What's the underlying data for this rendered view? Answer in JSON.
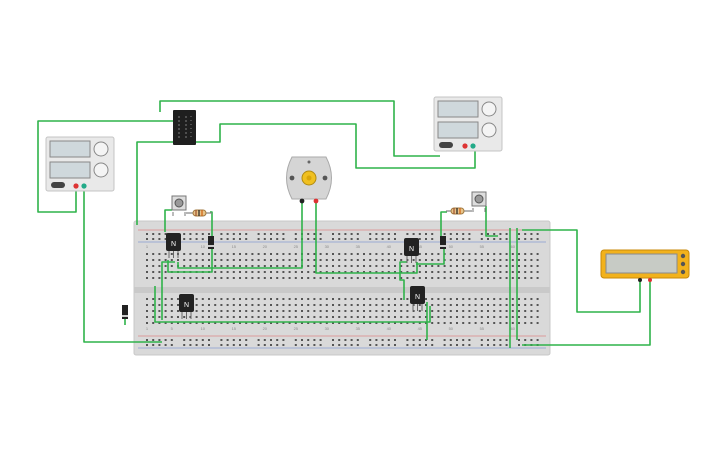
{
  "transistor_label": "N",
  "breadboard_numbers": [
    "1",
    "5",
    "10",
    "15",
    "20",
    "25",
    "30",
    "35",
    "40",
    "45",
    "50",
    "55",
    "60"
  ],
  "colors": {
    "wire": "#2fb34a",
    "board": "#d9d9d9",
    "hole": "#555555",
    "rail_red": "#e06060",
    "rail_blue": "#6080d0",
    "lcd_frame": "#f2b21c",
    "psu_body": "#e9e9e9",
    "psu_screen": "#cfd8dc",
    "motor_body": "#d5d5d5",
    "motor_shaft": "#f0c020",
    "transistor": "#222222",
    "resistor": "#e8c48a"
  }
}
